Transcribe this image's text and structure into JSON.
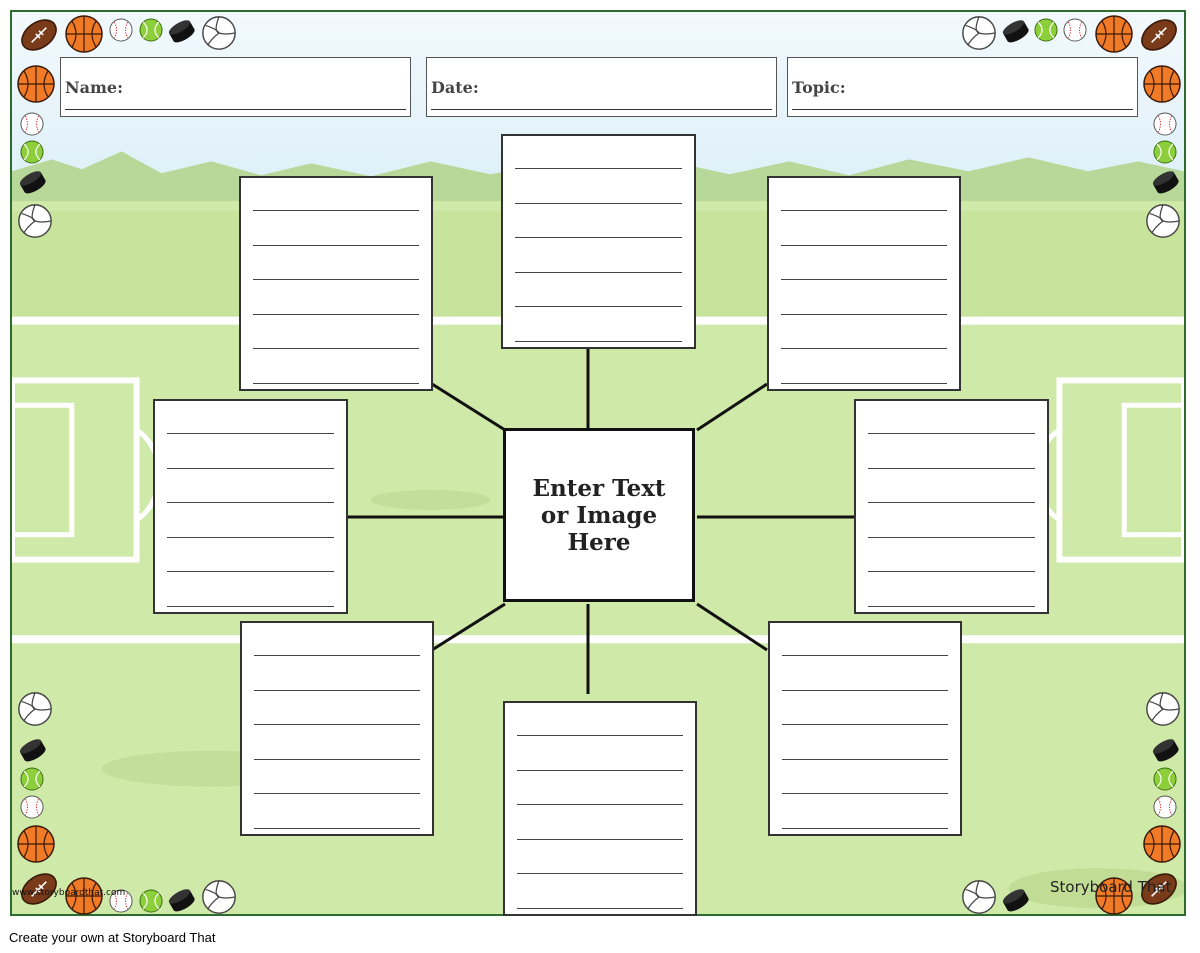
{
  "header": {
    "name_label": "Name:",
    "date_label": "Date:",
    "topic_label": "Topic:"
  },
  "center": {
    "text": "Enter Text or Image Here"
  },
  "watermark_left": "www.storyboardthat.com",
  "watermark_right": "Storyboard That",
  "credit": "Create your own at Storyboard That",
  "colors": {
    "border": "#2e6b2e",
    "grass": "#cfe9a8",
    "sky": "#e8f4fb",
    "field_lines": "#ffffff"
  },
  "decorations": {
    "icons": [
      "football-icon",
      "basketball-icon",
      "baseball-icon",
      "tennis-ball-icon",
      "hockey-puck-icon",
      "volleyball-icon"
    ]
  }
}
